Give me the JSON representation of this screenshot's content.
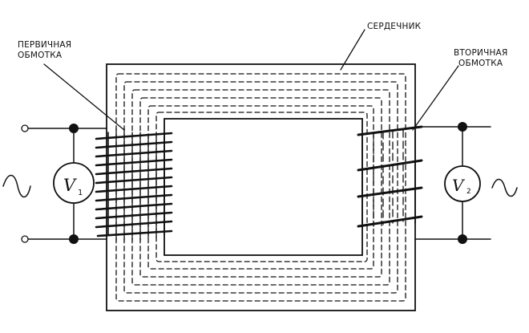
{
  "labels": {
    "core": "СЕРДЕЧНИК",
    "primary_line1": "ПЕРВИЧНАЯ",
    "primary_line2": "ОБМОТКА",
    "secondary_line1": "ВТОРИЧНАЯ",
    "secondary_line2": "ОБМОТКА"
  },
  "meters": {
    "v1": {
      "symbol": "V",
      "subscript": "1"
    },
    "v2": {
      "symbol": "V",
      "subscript": "2"
    }
  },
  "colors": {
    "ink": "#111111",
    "background": "#ffffff"
  }
}
